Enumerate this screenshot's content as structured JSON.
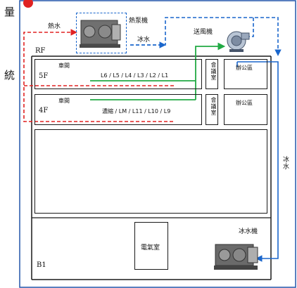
{
  "colors": {
    "cold_water": "#1a66cc",
    "hot_water": "#e02222",
    "air": "#22aa44",
    "frame": "#1a1a1a",
    "outer_border": "#2255aa",
    "accent": "#e02222"
  },
  "side_text": {
    "top_char": "量",
    "mid_char": "統"
  },
  "roof": {
    "floor_label": "RF",
    "hot_water_label": "熱水",
    "heat_pump_label": "熱泵機",
    "cold_water_label": "冰水",
    "ahu_label": "送風機",
    "heat_pump_icon": "heat-pump-unit-icon",
    "ahu_icon": "blower-fan-icon"
  },
  "floor5": {
    "floor_label": "5F",
    "zone_label": "車間",
    "lines_label": "L6 / L5 / L4 / L3 / L2 / L1",
    "meeting_room": "會議室",
    "office": "辦公區"
  },
  "floor4": {
    "floor_label": "4F",
    "zone_label": "車間",
    "lines_label": "濃縮 / LM / L11 / L10 / L9",
    "meeting_room": "會議室",
    "office": "辦公區"
  },
  "riser": {
    "cold_water_label": "冰水"
  },
  "basement": {
    "floor_label": "B1",
    "electrical_room": "電氣室",
    "chiller_label": "冰水機",
    "chiller_icon": "chiller-unit-icon"
  }
}
